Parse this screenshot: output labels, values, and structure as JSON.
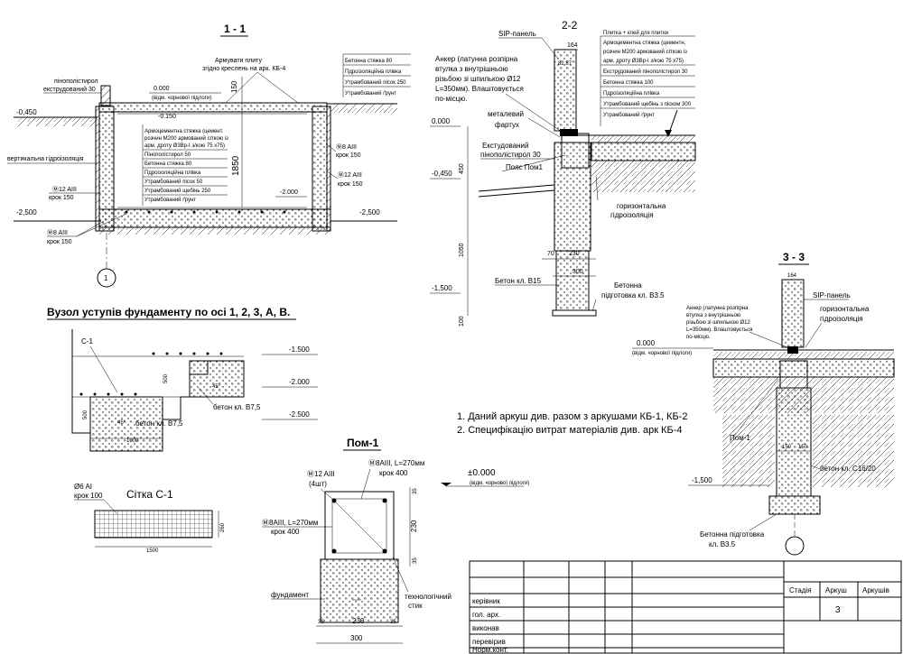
{
  "sections": {
    "s11": {
      "title": "1 - 1",
      "labels": {
        "foam": "пінополістирол",
        "foam2": "екструдований 30",
        "armuvaty1": "Армувати плиту",
        "armuvaty2": "згідно креслень на арк. КБ-4",
        "zero": "0.000",
        "zero_note": "(відм. чорнової підлоги)",
        "m0150": "-0.150",
        "m0450": "-0,450",
        "m2500a": "-2,500",
        "m2500b": "-2,500",
        "m2000": "-2.000",
        "vert_hydro": "вертикальна гідроізоляція",
        "dim150": "150",
        "dim1850": "1850",
        "r12a": "Ⓜ12 AIII",
        "r12a_step": "крок 150",
        "r8a": "Ⓜ8 AIII",
        "r8a_step": "крок 150",
        "r8b": "Ⓜ8 AIII",
        "r8b_step": "крок 150",
        "r12b": "Ⓜ12 AIII",
        "r12b_step": "крок 150",
        "axis": "1"
      },
      "layers_right": [
        "Бетонна стяжка 80",
        "Пдроізоляційна плівка",
        "Утрамбований пісок 250",
        "Утрамбований ґрунт"
      ],
      "layers_center": [
        "Армоцементна стяжка (цемент.",
        "розчин М200 армований сіткою із",
        "арм. дроту Ø3Вр-І з/кою 75 х75)",
        "Пінополістирол 50",
        "Бетонна стяжка 80",
        "Пдроізоляційна плівка",
        "Утрамбований пісок 50",
        "Утрамбований щебінь 250",
        "Утрамбований ґрунт"
      ]
    },
    "s22": {
      "title": "2-2",
      "sip": "SIP-панель",
      "anchor": [
        "Анкер (латунна розпірна",
        "втулка з внутрішньою",
        "різьбою зі шпилькою Ø12",
        "L=350мм). Влаштовується",
        "по-місцю."
      ],
      "metal": [
        "металевий",
        "фартух"
      ],
      "extr": [
        "Екстудований",
        "пінополістирол 30"
      ],
      "belt": "Пояс Пом1",
      "zero": "0.000",
      "m0450": "-0,450",
      "m1500": "-1,500",
      "horiz": [
        "горизонтальна",
        "гідроізоляція"
      ],
      "concrete": "Бетон кл. В15",
      "prep": [
        "Бетонна",
        "підготовка кл. В3.5"
      ],
      "dim164": "164",
      "dim8287": "82  87",
      "dim70": "70",
      "dim230": "230",
      "dim300": "300",
      "dim450": "450",
      "dim1050": "1050",
      "dim100": "100",
      "layers": [
        "Плитка + клей для плитки",
        "Армоцементна стяжка (цементн.",
        "розчин М200 армований сіткою із",
        "арм. дроту Ø3Вр-І з/кою 75 х75)",
        "Екструдований пінополістирол 30",
        "Бетонна стяжка 100",
        "Пдроізоляційна плівка",
        "Утрамбований щебінь з піском 300",
        "Утрамбований ґрунт"
      ]
    },
    "s33": {
      "title": "3 - 3",
      "sip": "SIP-панель",
      "anchor": [
        "Анкер (латунна розпірна",
        "втулка з внутрішньою",
        "різьбою зі шпилькою Ø12",
        "L=350мм). Влаштовується",
        "по-місцю."
      ],
      "horiz": [
        "горизонтальна",
        "гідроізоляція"
      ],
      "zero": "0.000",
      "zero_note": "(відм. чорнової підлоги)",
      "m1500": "-1,500",
      "pom": "Пом-1",
      "concrete": "бетон кл. С16/20",
      "prep": [
        "Бетонна підготовка",
        "кл. В3.5"
      ],
      "dim164": "164",
      "dim150a": "150",
      "dim150b": "150"
    },
    "steps": {
      "title": "Вузол уступів фундаменту по осі 1, 2, 3, А, В.",
      "c1": "С-1",
      "m1500": "-1.500",
      "m2000": "-2.000",
      "m2500": "-2.500",
      "dim500a": "500",
      "dim500b": "500",
      "dim1000": "1000",
      "deg45a": "45°",
      "deg45b": "45°",
      "concrete_a": "бетон кл. В7,5",
      "concrete_b": "бетон кл. В7,5"
    },
    "mesh": {
      "title": "Сітка С-1",
      "rebar": "Ø6 AI",
      "step": "крок 100",
      "dim1500": "1500",
      "dim260": "260"
    },
    "pom1": {
      "title": "Пом-1",
      "r12": "Ⓜ12 AIII",
      "r12n": "(4шт)",
      "r8top": "Ⓜ8AIII, L=270мм",
      "r8top_step": "крок 400",
      "r8left": "Ⓜ8AIII, L=270мм",
      "r8left_step": "крок 400",
      "zero": "±0.000",
      "zero_note": "(відм. чорнової підлоги)",
      "found": "фундамент",
      "joint": [
        "технологічний",
        "стик"
      ],
      "dim35a": "35",
      "dim230v": "230",
      "dim35b": "35",
      "dim35c": "35",
      "dim230h": "230",
      "dim35d": "35",
      "dim300": "300"
    }
  },
  "notes": [
    "1. Даний аркуш див. разом з аркушами   КБ-1, КБ-2",
    "2. Специфікацію витрат матеріалів  див. арк КБ-4"
  ],
  "stamp": {
    "rows": [
      "керівник",
      "гол. арх.",
      "виконав",
      "перевірив",
      "",
      "Норм.конт."
    ],
    "headers": [
      "Стадія",
      "Аркуш",
      "Аркушів"
    ],
    "sheet": "3"
  }
}
